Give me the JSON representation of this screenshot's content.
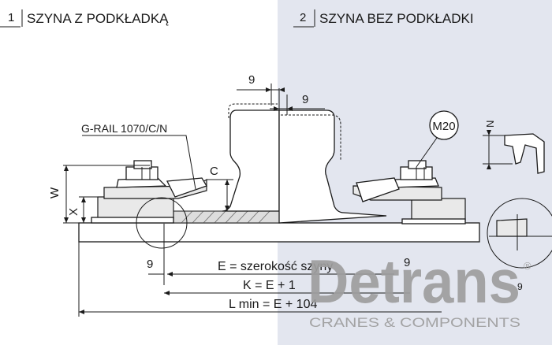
{
  "header": {
    "left": {
      "number": "1",
      "title": "SZYNA Z PODKŁADKĄ"
    },
    "right": {
      "number": "2",
      "title": "SZYNA BEZ PODKŁADKI"
    }
  },
  "labels": {
    "product_code": "G-RAIL 1070/C/N",
    "bolt": "M20",
    "dim_w": "W",
    "dim_x": "X",
    "dim_c": "C",
    "dim_n": "N",
    "dim_9_top": "9",
    "dim_9_top_right": "9",
    "dim_9_left": "9",
    "dim_9_right": "9",
    "dim_9_detail": "9",
    "formula_e": "E = szerokość szyny",
    "formula_k": "K = E + 1",
    "formula_l": "L min = E + 104"
  },
  "brand": {
    "name": "Detrans",
    "registered": "®",
    "tagline": "CRANES & COMPONENTS"
  },
  "colors": {
    "right_panel": "#e3e6ef",
    "line": "#1a1a1a",
    "watermark": "#9e9e9e"
  }
}
